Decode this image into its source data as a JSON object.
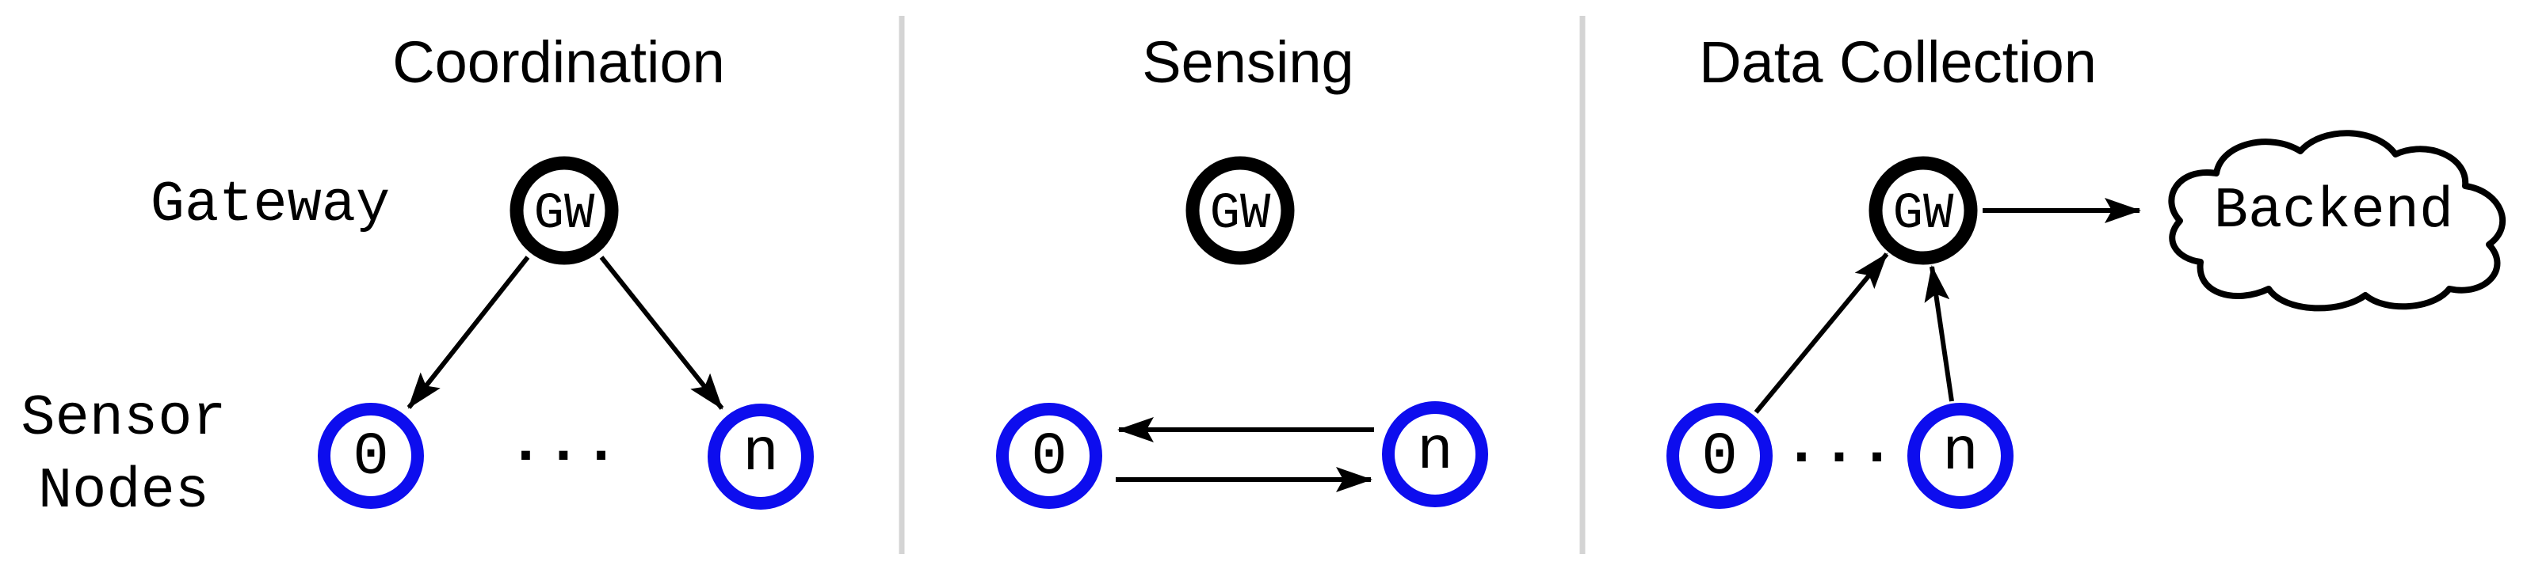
{
  "phases": [
    {
      "title": "Coordination",
      "side_labels": {
        "gateway_row": "Gateway",
        "sensor_row_line1": "Sensor",
        "sensor_row_line2": "Nodes"
      },
      "gateway": {
        "label": "GW"
      },
      "sensors": {
        "first": "0",
        "ellipsis": "...",
        "last": "n"
      },
      "edges": [
        {
          "from": "GW",
          "to": "0"
        },
        {
          "from": "GW",
          "to": "n"
        }
      ]
    },
    {
      "title": "Sensing",
      "gateway": {
        "label": "GW"
      },
      "sensors": {
        "first": "0",
        "last": "n"
      },
      "edges": [
        {
          "from": "n",
          "to": "0"
        },
        {
          "from": "0",
          "to": "n"
        }
      ]
    },
    {
      "title": "Data Collection",
      "gateway": {
        "label": "GW"
      },
      "sensors": {
        "first": "0",
        "ellipsis": "...",
        "last": "n"
      },
      "backend": {
        "label": "Backend"
      },
      "edges": [
        {
          "from": "0",
          "to": "GW"
        },
        {
          "from": "n",
          "to": "GW"
        },
        {
          "from": "GW",
          "to": "Backend"
        }
      ]
    }
  ],
  "colors": {
    "background": "#ffffff",
    "text": "#000000",
    "gateway_node_stroke": "#000000",
    "sensor_node_stroke": "#0d0dee",
    "arrow": "#000000",
    "divider": "#d4d4d4",
    "cloud_stroke": "#000000",
    "node_fill": "#ffffff"
  }
}
